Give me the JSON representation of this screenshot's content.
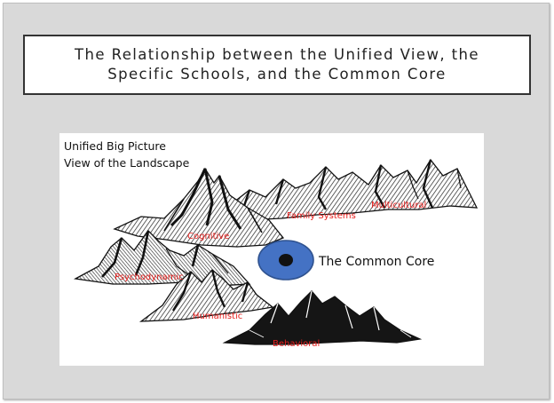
{
  "title": {
    "line1": "The Relationship between the Unified View, the",
    "line2": "Specific Schools, and the Common Core"
  },
  "diagram": {
    "unified_line1": "Unified Big Picture",
    "unified_line2": "View of the Landscape",
    "schools": {
      "cognitive": "Cognitive",
      "family_systems": "Family Systems",
      "multicultural": "Multicultural",
      "psychodynamic": "Psychodynamic",
      "humanistic": "Humanistic",
      "behavioral": "Behavioral"
    },
    "common_core": "The Common Core",
    "colors": {
      "school_label": "#e8201e",
      "core_fill": "#4472c4",
      "core_pupil": "#111111"
    }
  }
}
